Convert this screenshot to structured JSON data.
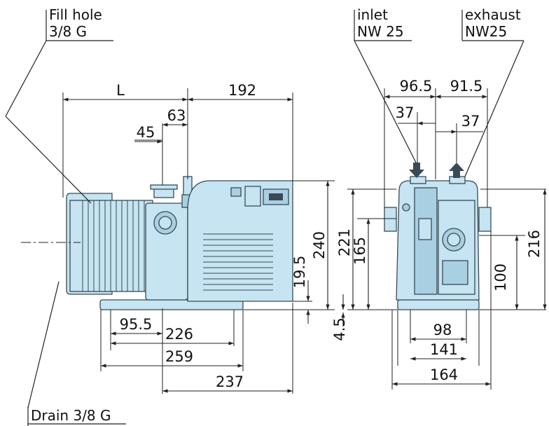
{
  "labels": {
    "fill_hole": [
      "Fill hole",
      "3/8 G"
    ],
    "inlet": [
      "inlet",
      "NW 25"
    ],
    "exhaust": [
      "exhaust",
      "NW25"
    ],
    "drain": "Drain 3/8 G"
  },
  "dimensions": {
    "L": "L",
    "d192": "192",
    "d63": "63",
    "d45": "45",
    "d240": "240",
    "d19_5": "19.5",
    "d95_5": "95.5",
    "d226": "226",
    "d259": "259",
    "d237": "237",
    "d4_5": "4.5",
    "d221": "221",
    "d165": "165",
    "d96_5": "96.5",
    "d91_5": "91.5",
    "d37a": "37",
    "d37b": "37",
    "d100": "100",
    "d216": "216",
    "d98": "98",
    "d141": "141",
    "d164": "164"
  },
  "colors": {
    "pump_body": "#c6e4f2",
    "pump_outline": "#3a4a55",
    "line": "#222222"
  }
}
